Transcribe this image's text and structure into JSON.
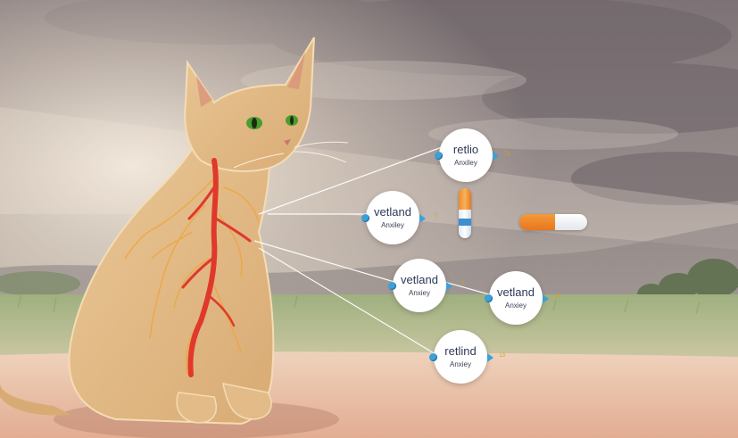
{
  "scene": {
    "description_colors": {
      "sky": "#8a7f82",
      "light": "#e8dccd",
      "cat": "#e2ba85",
      "vein": "#e43a2a",
      "ground": "#e9c2a6",
      "grass": "#8ea86b",
      "accent": "#3da0d6"
    }
  },
  "nodes": [
    {
      "title": "retlio",
      "sub": "Anxiley",
      "tag": "T1"
    },
    {
      "title": "vetland",
      "sub": "Anxiley",
      "tag": "T"
    },
    {
      "title": "vetland",
      "sub": "Anxiey",
      "tag": "T"
    },
    {
      "title": "vetland",
      "sub": "Anxiey",
      "tag": "13"
    },
    {
      "title": "retlind",
      "sub": "Anxiey",
      "tag": "13"
    }
  ],
  "pills": {
    "horizontal_label": ""
  }
}
